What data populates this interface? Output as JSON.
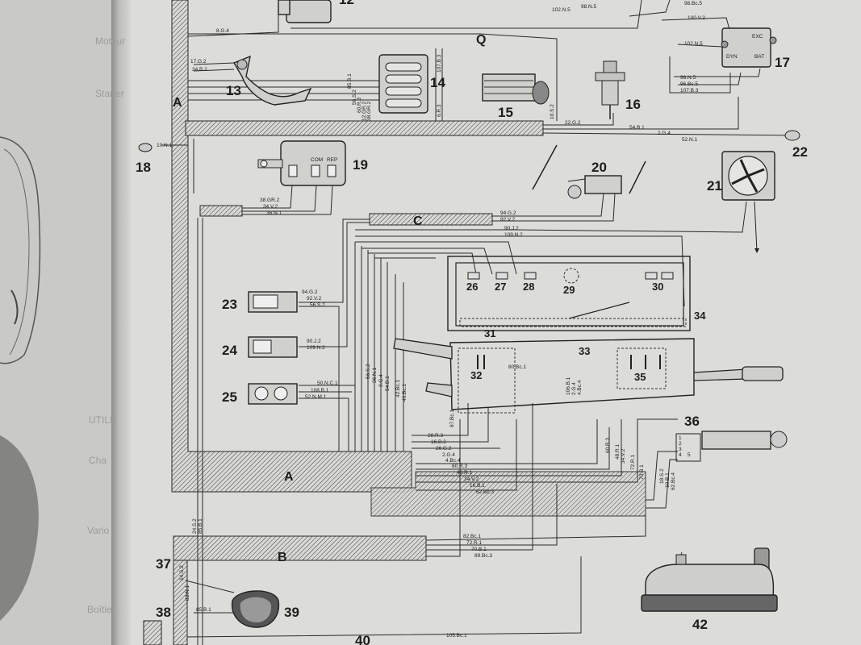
{
  "component_numbers": {
    "c12": "12",
    "c13": "13",
    "c14": "14",
    "c15": "15",
    "c16": "16",
    "c17": "17",
    "c18": "18",
    "c19": "19",
    "c20": "20",
    "c21": "21",
    "c22": "22",
    "c23": "23",
    "c24": "24",
    "c25": "25",
    "c26": "26",
    "c27": "27",
    "c28": "28",
    "c29": "29",
    "c30": "30",
    "c31": "31",
    "c32": "32",
    "c33": "33",
    "c34": "34",
    "c35": "35",
    "c36": "36",
    "c37": "37",
    "c38": "38",
    "c39": "39",
    "c40": "40",
    "c42": "42"
  },
  "harness_labels": {
    "a_left": "A",
    "a_bottom": "A",
    "b": "B",
    "c": "C",
    "q": "Q"
  },
  "terminal_labels": {
    "exc": "EXC",
    "dyn": "DYN",
    "bat": "BAT",
    "com": "COM",
    "rep": "REP"
  },
  "wire_labels": {
    "w_102n5_top": "102.N.5",
    "w_98n5_top": "98.N.5",
    "w_98bc5_top": "98.Bc.5",
    "w_100v2": "100.V.2",
    "w_8g4": "8.G.4",
    "w_102n5": "102.N.5",
    "w_17g2": "17.G.2",
    "w_34b2": "34.B.2",
    "w_85b1": "85.B.1",
    "w_56s2": "56.S.2",
    "w_60r3": "60.R.3",
    "w_12gr2": "12.GR.2",
    "w_38gr2": "38.GR.2",
    "w_107b3": "107.B.3",
    "w_6r3": "6.R.3",
    "w_10s2": "10.S.2",
    "w_22g2": "22.G.2",
    "w_54b1": "54.B.1",
    "w_2g4": "2.G.4",
    "w_52n1": "52.N.1",
    "w_98n5": "98.N.5",
    "w_96bc5": "96.Bc.5",
    "w_107b3r": "107.B.3",
    "w_10n1": "10.N.1",
    "w_38gr2b": "38.GR.2",
    "w_34v2": "34.V.2",
    "w_36n1": "36.N.1",
    "w_94g2": "94.G.2",
    "w_92v2": "92.V.2",
    "w_90j2": "90.J.2",
    "w_109n2": "109.N.2",
    "w_94g2b": "94.G.2",
    "w_92v2b": "92.V.2",
    "w_56s2b": "56.S.2",
    "w_90j2b": "90.J.2",
    "w_109n2b": "109.N.2",
    "w_50nc1": "50.N.C.1",
    "w_108b1": "108.B.1",
    "w_52nm1": "52.N.M.1",
    "w_56s2v": "56.S.2",
    "w_36n1v": "36.N.1",
    "w_2g4v": "2.G.4",
    "w_54b1v": "54.B.1",
    "w_42bc1v": "42.Bc.1",
    "w_40bc1v": "40.Bc.1",
    "w_87bc1v": "87.Bc.1",
    "w_80bc1": "80.Bc.1",
    "w_106b1": "106.B.1",
    "w_2g4c": "2.G.4",
    "w_4bc4": "4.Bc.4",
    "w_28r3": "28.R.3",
    "w_16b3": "16.B.3",
    "w_26g2": "26.G.2",
    "w_2g4d": "2.G.4",
    "w_4bc4b": "4.Bc.4",
    "w_60r3b": "60.R.3",
    "w_48r1": "48.R.1",
    "w_34v2b": "34.V.2",
    "w_16b1": "16.B.1",
    "w_62bc3": "62.Bc.3",
    "w_60r3v": "60.R.3",
    "w_48r1v": "48.R.1",
    "w_34v2v": "34.V.2",
    "w_72r1": "72.R.1",
    "w_70b1": "70.B.1",
    "w_18s2": "18.S.2",
    "w_10b1": "10.B.1",
    "w_62bc4": "62.Bc.4",
    "w_82bc1": "82.Bc.1",
    "w_72r1b": "72.R.1",
    "w_70b1b": "70.B.1",
    "w_89bc3": "89.Bc.3",
    "w_24s2": "24.S.2",
    "w_85b1v": "85.B.1",
    "w_14s2": "14.S.2",
    "w_83n1": "83.N.1",
    "w_85b1b": "85.B.1",
    "w_105bc1": "105.Bc.1",
    "w_pin1": "1",
    "w_pin2": "2",
    "w_pin3": "3",
    "w_pin4": "4",
    "w_pin5": "5"
  },
  "faint_left_page": {
    "t1": "Moteur",
    "t2": "Starter",
    "t3": "UTILE",
    "t4": "Cha",
    "t5": "Vario",
    "t6": "Boîtier"
  },
  "colors": {
    "paper": "#dcdcd9",
    "ink": "#1d1d1d",
    "left_page": "#c9c9c7"
  }
}
